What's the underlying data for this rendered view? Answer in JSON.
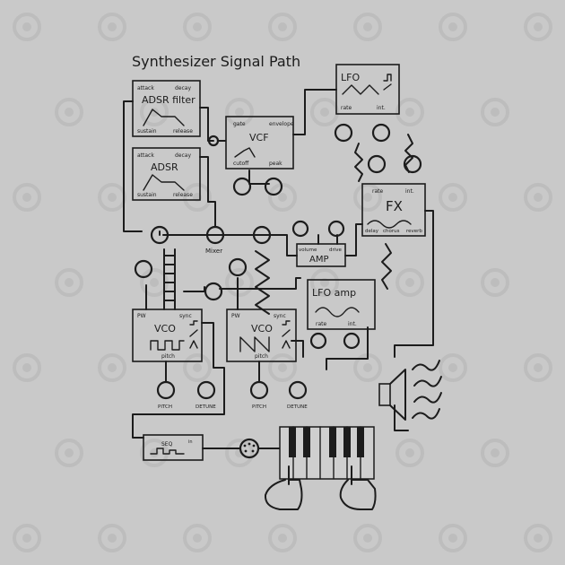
{
  "title": "Synthesizer Signal Path",
  "colors": {
    "background": "#c9c9c9",
    "ink": "#1c1c1c",
    "watermark": "#bdbdbd"
  },
  "modules": {
    "adsr_filter": {
      "name": "ADSR filter",
      "attack": "attack",
      "decay": "decay",
      "sustain": "sustain",
      "release": "release"
    },
    "adsr": {
      "name": "ADSR",
      "attack": "attack",
      "decay": "decay",
      "sustain": "sustain",
      "release": "release"
    },
    "vcf": {
      "name": "VCF",
      "gate": "gate",
      "envelope": "envelope",
      "cutoff": "cutoff",
      "peak": "peak"
    },
    "lfo": {
      "name": "LFO",
      "rate": "rate",
      "int": "int."
    },
    "fx": {
      "name": "FX",
      "rate": "rate",
      "int": "int.",
      "delay": "delay",
      "chorus": "chorus",
      "reverb": "reverb"
    },
    "mixer": {
      "name": "Mixer"
    },
    "amp": {
      "name": "AMP",
      "volume": "volume",
      "drive": "drive"
    },
    "lfo_amp": {
      "name": "LFO amp",
      "rate": "rate",
      "int": "int."
    },
    "vco1": {
      "name": "VCO",
      "pw": "PW",
      "sync": "sync",
      "pitch": "pitch",
      "knob_pitch": "PITCH",
      "knob_detune": "DETUNE"
    },
    "vco2": {
      "name": "VCO",
      "pw": "PW",
      "sync": "sync",
      "pitch": "pitch",
      "knob_pitch": "PITCH",
      "knob_detune": "DETUNE"
    },
    "seq": {
      "name": "SEQ",
      "in": "in"
    }
  },
  "icons": [
    "knob-icon",
    "speaker-icon",
    "midi-connector-icon",
    "keyboard-icon",
    "hand-icon",
    "waveform-icon"
  ]
}
